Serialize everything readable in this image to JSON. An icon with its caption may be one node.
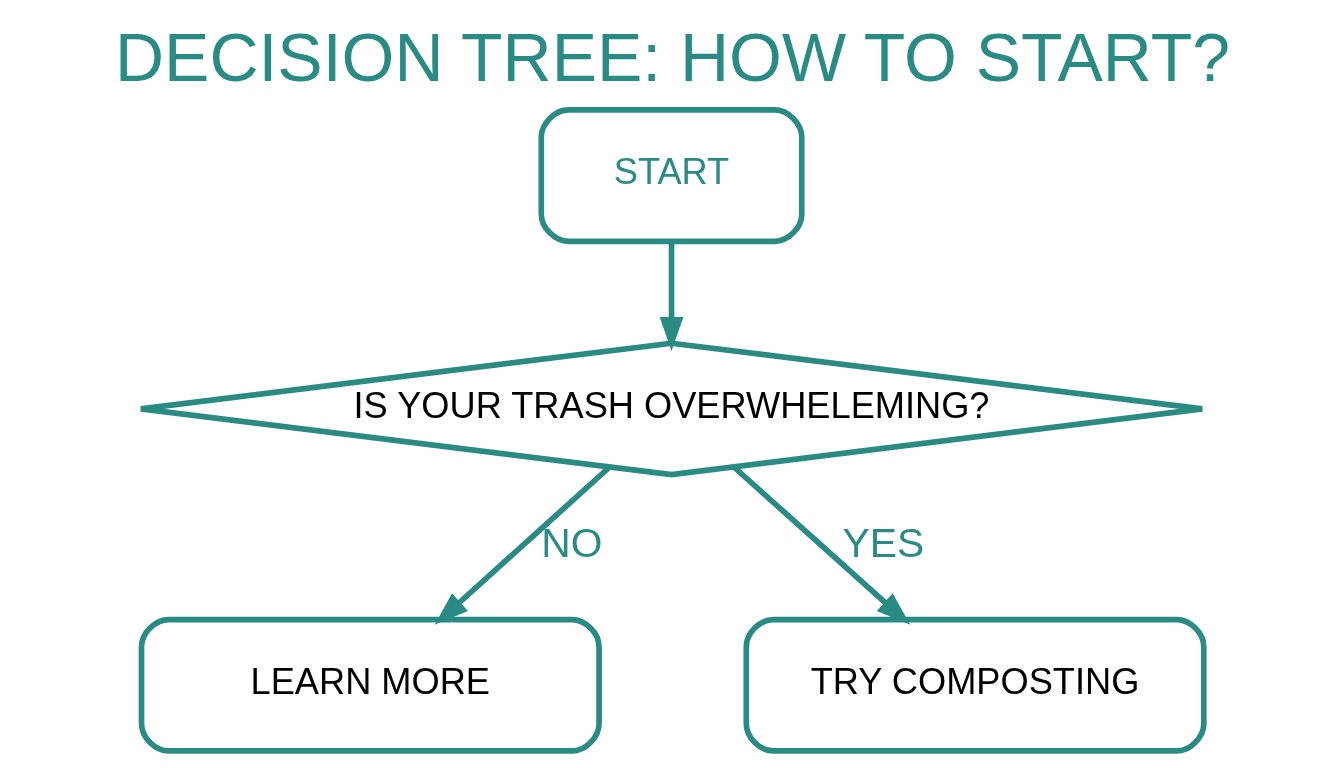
{
  "diagram": {
    "title": "DECISION TREE: HOW TO START?",
    "nodes": [
      {
        "text": [
          "START"
        ]
      },
      {
        "text": [
          "IS YOUR TRASH OVERWHELEMING?"
        ]
      },
      {
        "text": [
          "LEARN MORE"
        ]
      },
      {
        "text": [
          "TRY COMPOSTING"
        ]
      }
    ],
    "edges": [
      {
        "from": 0,
        "to": 1,
        "arrow": "to"
      },
      {
        "from": 1,
        "to": 2,
        "arrow": "to",
        "label": "NO"
      },
      {
        "from": 1,
        "to": 3,
        "arrow": "to",
        "label": "YES"
      }
    ]
  }
}
